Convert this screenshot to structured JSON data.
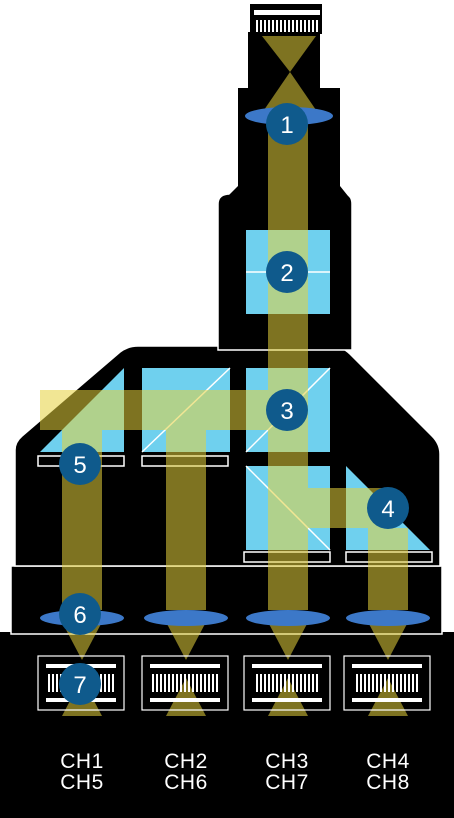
{
  "steps": [
    {
      "number": "1"
    },
    {
      "number": "2"
    },
    {
      "number": "3"
    },
    {
      "number": "4"
    },
    {
      "number": "5"
    },
    {
      "number": "6"
    },
    {
      "number": "7"
    }
  ],
  "channels": [
    {
      "top": "CH1",
      "bottom": "CH5"
    },
    {
      "top": "CH2",
      "bottom": "CH6"
    },
    {
      "top": "CH3",
      "bottom": "CH7"
    },
    {
      "top": "CH4",
      "bottom": "CH8"
    }
  ],
  "colors": {
    "housing": "#000000",
    "outline": "#ffffff",
    "beam": "#e6d23c",
    "prism": "#6fd0ee",
    "lens": "#3c78c8",
    "badge": "#0f5a8c"
  }
}
